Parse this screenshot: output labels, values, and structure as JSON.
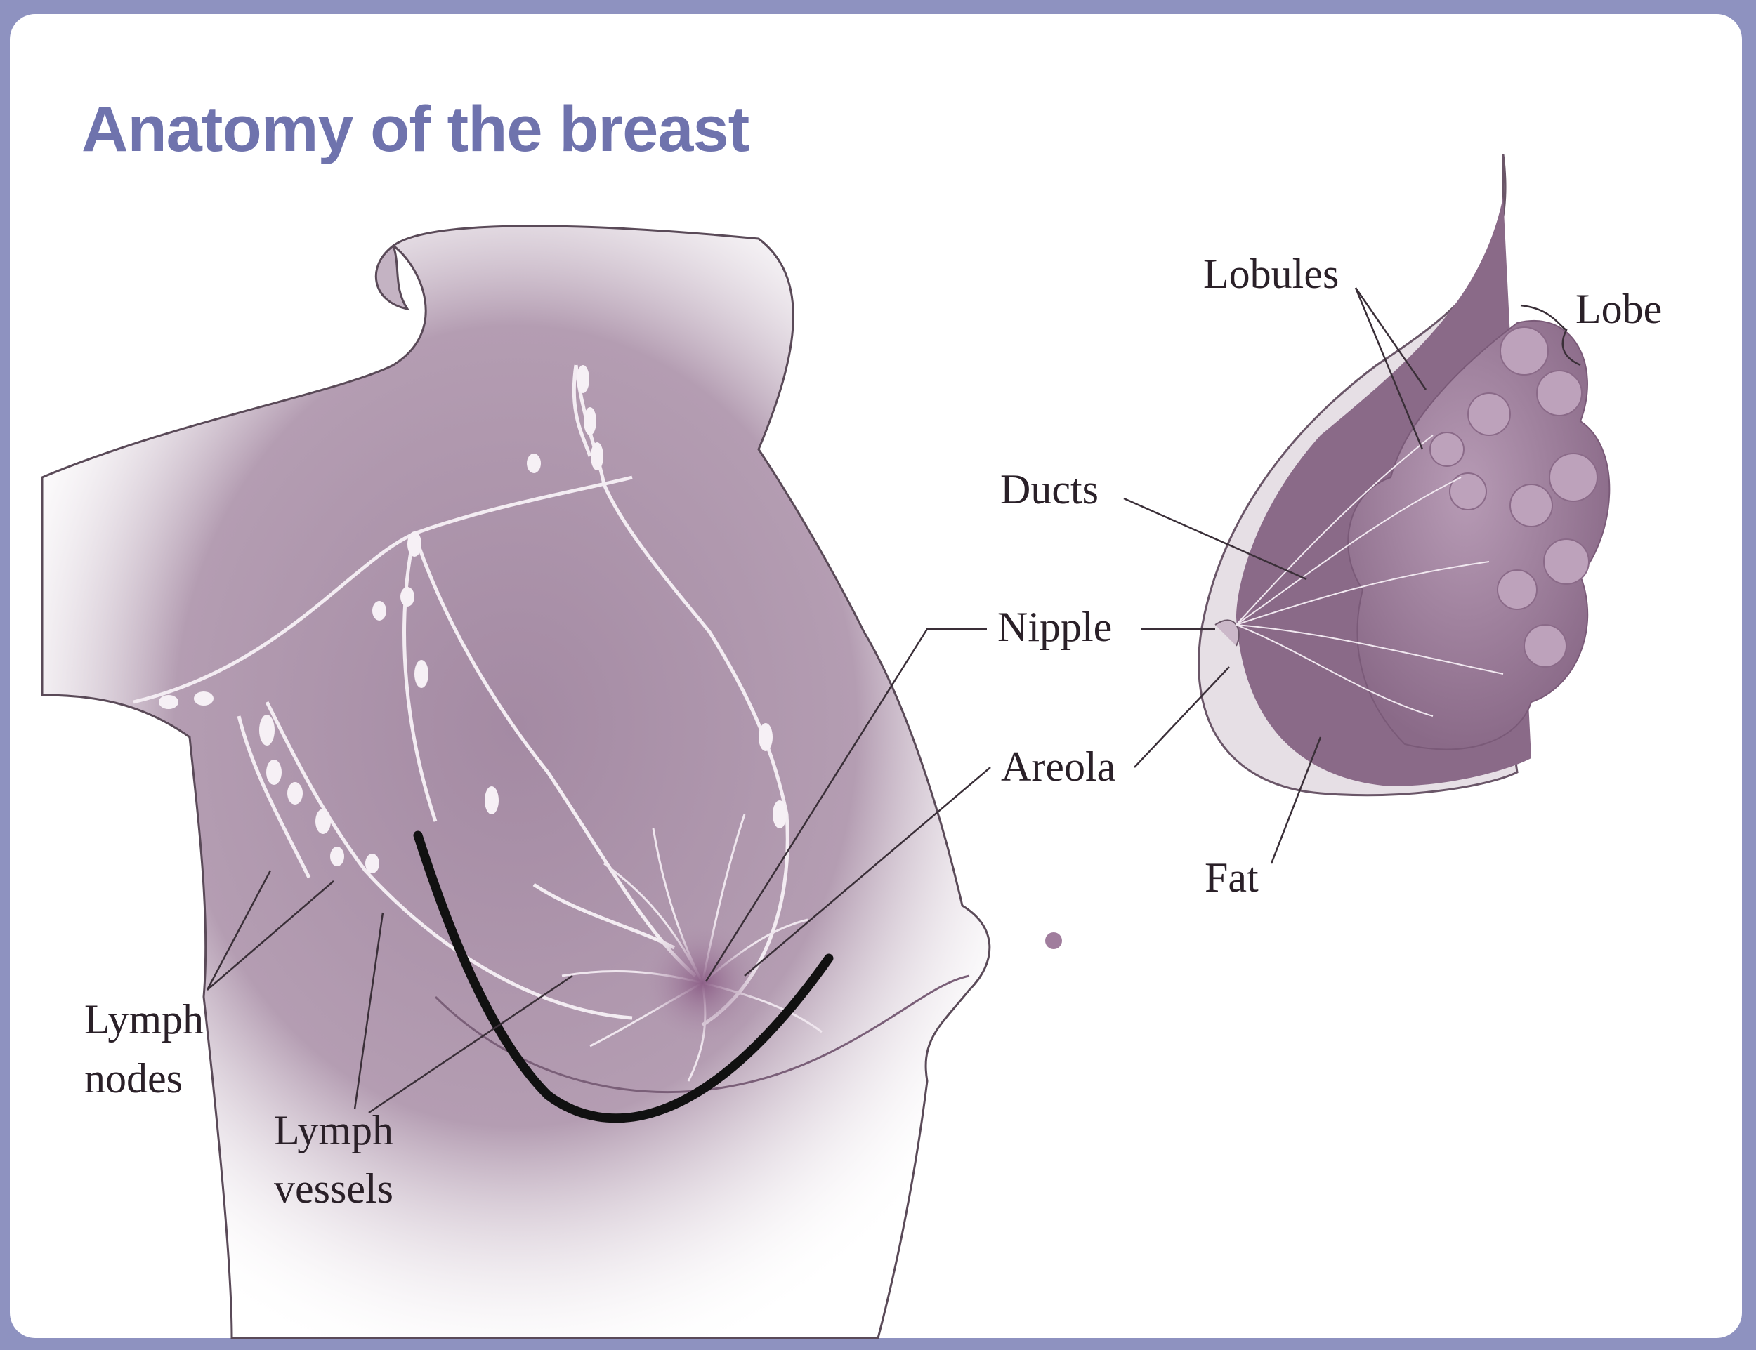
{
  "title": "Anatomy of the breast",
  "colors": {
    "frame": "#8e92c0",
    "title": "#6f73ad",
    "tissue": "#a58aa2",
    "annotation_stroke": "#111111"
  },
  "labels": {
    "lobules": "Lobules",
    "lobe": "Lobe",
    "ducts": "Ducts",
    "nipple": "Nipple",
    "areola": "Areola",
    "fat": "Fat",
    "lymph_nodes_line1": "Lymph",
    "lymph_nodes_line2": "nodes",
    "lymph_vessels_line1": "Lymph",
    "lymph_vessels_line2": "vessels"
  }
}
